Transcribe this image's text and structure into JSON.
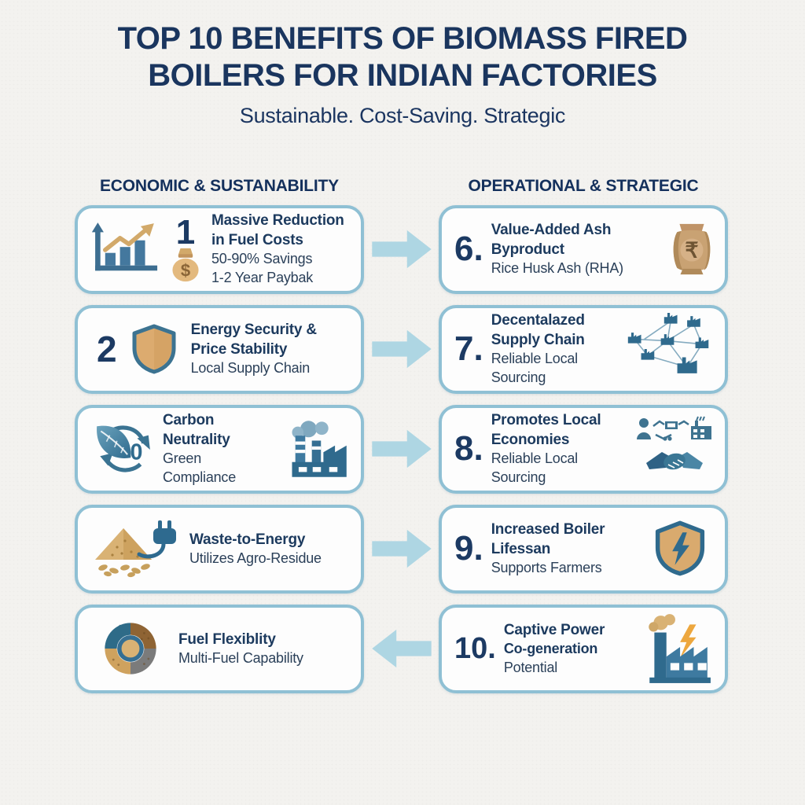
{
  "page": {
    "title_line1": "TOP 10 BENEFITS OF BIOMASS FIRED",
    "title_line2": "BOILERS FOR INDIAN FACTORIES",
    "subtitle": "Sustainable. Cost-Saving. Strategic"
  },
  "columns": {
    "left_header": "ECONOMIC & SUSTANABILITY",
    "right_header": "OPERATIONAL & STRATEGIC"
  },
  "cards": [
    {
      "number": "1",
      "title": "Massive Reduction in Fuel Costs",
      "line1": "50-90% Savings",
      "line2": "1-2 Year Paybak",
      "icon": "bar-chart-money-bag"
    },
    {
      "number": "2",
      "title": "Energy Security & Price Stability",
      "line1": "Local Supply Chain",
      "icon": "shield"
    },
    {
      "number": "",
      "title": "Carbon Neutrality",
      "line1": "Green Compliance",
      "icon": "leaf-zero-recycle-and-factory-smoke"
    },
    {
      "number": "",
      "title": "Waste-to-Energy",
      "line1": "Utilizes Agro-Residue",
      "icon": "biomass-pile-plug"
    },
    {
      "number": "",
      "title": "Fuel Flexiblity",
      "line1": "Multi-Fuel Capability",
      "icon": "multi-fuel-wheel"
    },
    {
      "number": "6.",
      "title": "Value-Added Ash Byproduct",
      "line1": "Rice Husk Ash (RHA)",
      "icon": "rupee-sack"
    },
    {
      "number": "7.",
      "title": "Decentalazed Supply Chain",
      "line1": "Reliable Local Sourcing",
      "icon": "factory-network"
    },
    {
      "number": "8.",
      "title": "Promotes Local Economies",
      "line1": "Reliable Local Sourcing",
      "icon": "handshake-trade"
    },
    {
      "number": "9.",
      "title": "Increased Boiler Lifessan",
      "line1": "Supports Farmers",
      "icon": "shield-lightning"
    },
    {
      "number": "10.",
      "title": "Captive Power",
      "line1_bold": "Co-generation",
      "line1_rest": " Potential",
      "icon": "factory-lightning"
    }
  ],
  "icon_glyphs": {
    "money_bag_dollar": "$",
    "carbon_zero": "0",
    "rupee_symbol": "₹"
  },
  "arrows": [
    {
      "direction": "right"
    },
    {
      "direction": "right"
    },
    {
      "direction": "right"
    },
    {
      "direction": "right"
    },
    {
      "direction": "left"
    }
  ],
  "colors": {
    "navy_text": "#1a355e",
    "card_border": "#8fc0d4",
    "arrow_fill": "#aed6e3",
    "steel_blue": "#3e7390",
    "tan": "#d9aa6e",
    "gold": "#d2a96a",
    "orange_bolt": "#eda73e",
    "background": "#f3f2ef"
  }
}
